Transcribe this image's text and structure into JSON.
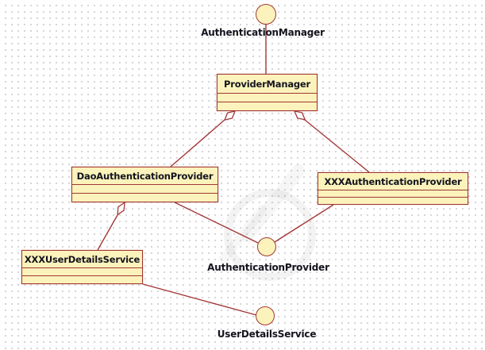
{
  "diagram": {
    "kind": "uml-class-diagram",
    "nodes": {
      "authentication_manager": {
        "label": "AuthenticationManager",
        "type": "interface-lollipop"
      },
      "provider_manager": {
        "label": "ProviderManager",
        "type": "class"
      },
      "dao_authentication_provider": {
        "label": "DaoAuthenticationProvider",
        "type": "class"
      },
      "xxx_authentication_provider": {
        "label": "XXXAuthenticationProvider",
        "type": "class"
      },
      "authentication_provider": {
        "label": "AuthenticationProvider",
        "type": "interface-lollipop"
      },
      "xxx_user_details_service": {
        "label": "XXXUserDetailsService",
        "type": "class"
      },
      "user_details_service": {
        "label": "UserDetailsService",
        "type": "interface-lollipop"
      }
    },
    "relationships": [
      {
        "from": "ProviderManager",
        "to": "AuthenticationManager",
        "type": "lollipop-realization"
      },
      {
        "from": "ProviderManager",
        "to": "DaoAuthenticationProvider",
        "type": "aggregation"
      },
      {
        "from": "ProviderManager",
        "to": "XXXAuthenticationProvider",
        "type": "aggregation"
      },
      {
        "from": "DaoAuthenticationProvider",
        "to": "XXXUserDetailsService",
        "type": "aggregation"
      },
      {
        "from": "DaoAuthenticationProvider",
        "to": "AuthenticationProvider",
        "type": "lollipop-realization"
      },
      {
        "from": "XXXAuthenticationProvider",
        "to": "AuthenticationProvider",
        "type": "lollipop-realization"
      },
      {
        "from": "XXXUserDetailsService",
        "to": "UserDetailsService",
        "type": "lollipop-realization"
      }
    ],
    "colors": {
      "box_fill": "#FBF3BB",
      "box_border": "#A23735",
      "edge_line": "#A23735",
      "text": "#14141F",
      "grid_dot": "#D4D4D8",
      "background": "#FFFFFF"
    }
  }
}
